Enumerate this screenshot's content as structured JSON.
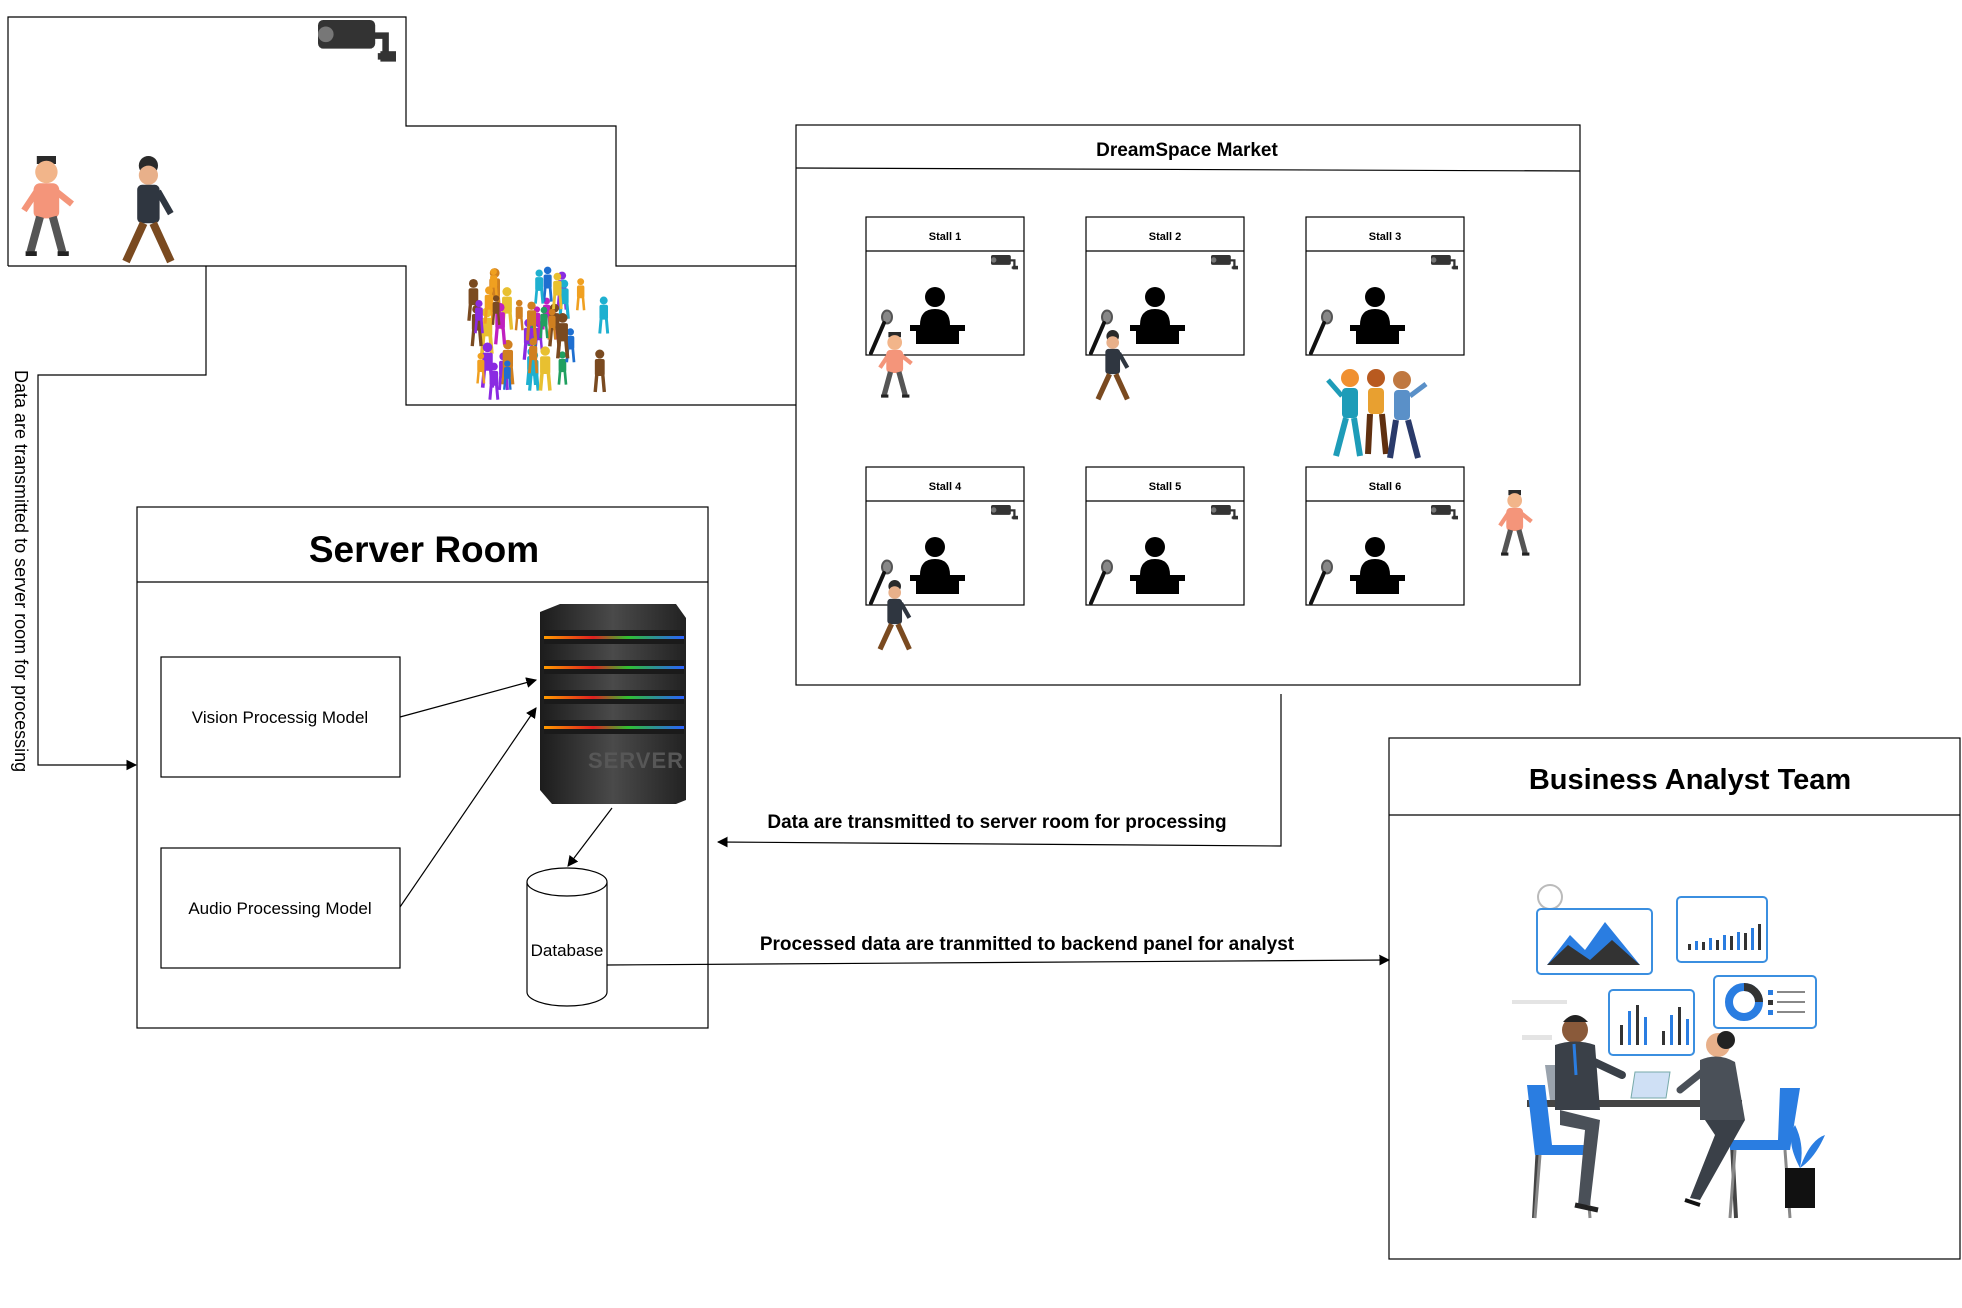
{
  "market": {
    "title": "DreamSpace Market"
  },
  "stalls": [
    {
      "label": "Stall 1"
    },
    {
      "label": "Stall 2"
    },
    {
      "label": "Stall 3"
    },
    {
      "label": "Stall 4"
    },
    {
      "label": "Stall 5"
    },
    {
      "label": "Stall 6"
    }
  ],
  "server_room": {
    "title": "Server Room",
    "vision_model": "Vision Processig Model",
    "audio_model": "Audio Processing Model",
    "server_text": "SERVER",
    "database": "Database"
  },
  "business_team": {
    "title": "Business Analyst Team"
  },
  "arrows": {
    "left_vertical": "Data are transmitted to server room for processing",
    "market_to_server": "Data are transmitted to server room for processing",
    "db_to_panel": "Processed data are tranmitted to backend panel for analyst"
  },
  "icons": [
    "cctv-camera-icon",
    "microphone-icon",
    "vendor-silhouette-icon",
    "walking-person-icon",
    "crowd-icon",
    "server-rack-icon",
    "database-cylinder-icon",
    "analyst-meeting-icon"
  ],
  "colors": {
    "line": "#000000",
    "server_body": "#3a3a3a",
    "accent_blue": "#2a7de1"
  }
}
